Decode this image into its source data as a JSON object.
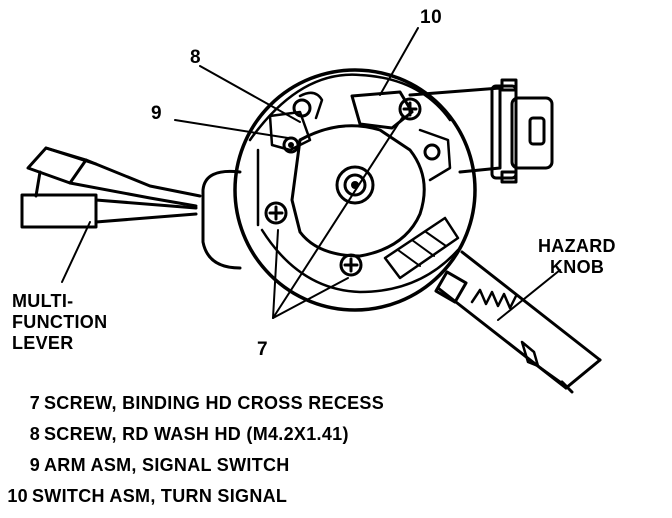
{
  "diagram": {
    "callouts": {
      "c7": "7",
      "c8": "8",
      "c9": "9",
      "c10": "10"
    },
    "labels": {
      "multifunction_lever": [
        "MULTI-",
        "FUNCTION",
        "LEVER"
      ],
      "hazard_knob": [
        "HAZARD",
        "KNOB"
      ]
    },
    "legend": [
      {
        "num": "7",
        "text": "SCREW, BINDING HD CROSS RECESS"
      },
      {
        "num": "8",
        "text": "SCREW, RD WASH HD (M4.2X1.41)"
      },
      {
        "num": "9",
        "text": "ARM ASM, SIGNAL SWITCH"
      },
      {
        "num": "10",
        "text": "SWITCH ASM, TURN SIGNAL"
      }
    ]
  }
}
